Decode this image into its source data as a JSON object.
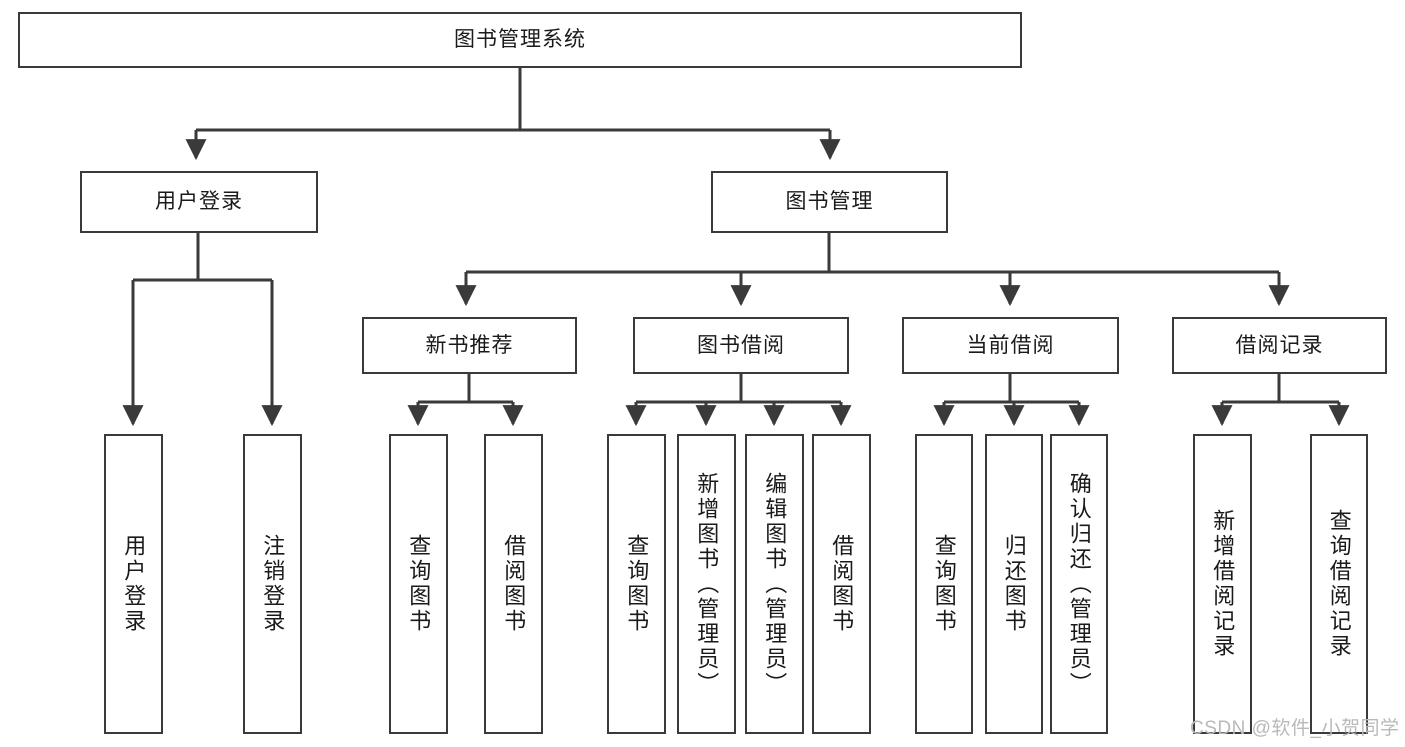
{
  "diagram": {
    "title": "图书管理系统",
    "type": "tree-hierarchy-diagram",
    "root": {
      "label": "图书管理系统"
    },
    "level2": [
      {
        "label": "用户登录"
      },
      {
        "label": "图书管理"
      }
    ],
    "level3": [
      {
        "label": "新书推荐"
      },
      {
        "label": "图书借阅"
      },
      {
        "label": "当前借阅"
      },
      {
        "label": "借阅记录"
      }
    ],
    "leaves": [
      {
        "label": "用户登录",
        "parent": "用户登录"
      },
      {
        "label": "注销登录",
        "parent": "用户登录"
      },
      {
        "label": "查询图书",
        "parent": "新书推荐"
      },
      {
        "label": "借阅图书",
        "parent": "新书推荐"
      },
      {
        "label": "查询图书",
        "parent": "图书借阅"
      },
      {
        "label": "新增图书（管理员）",
        "parent": "图书借阅"
      },
      {
        "label": "编辑图书（管理员）",
        "parent": "图书借阅"
      },
      {
        "label": "借阅图书",
        "parent": "图书借阅"
      },
      {
        "label": "查询图书",
        "parent": "当前借阅"
      },
      {
        "label": "归还图书",
        "parent": "当前借阅"
      },
      {
        "label": "确认归还（管理员）",
        "parent": "当前借阅"
      },
      {
        "label": "新增借阅记录",
        "parent": "借阅记录"
      },
      {
        "label": "查询借阅记录",
        "parent": "借阅记录"
      }
    ]
  },
  "watermark": {
    "text": "CSDN @软件_小贺同学"
  },
  "colors": {
    "stroke": "#3a3a3a",
    "background": "#ffffff",
    "text": "#1a1a1a",
    "watermark": "#b9b9b9"
  }
}
